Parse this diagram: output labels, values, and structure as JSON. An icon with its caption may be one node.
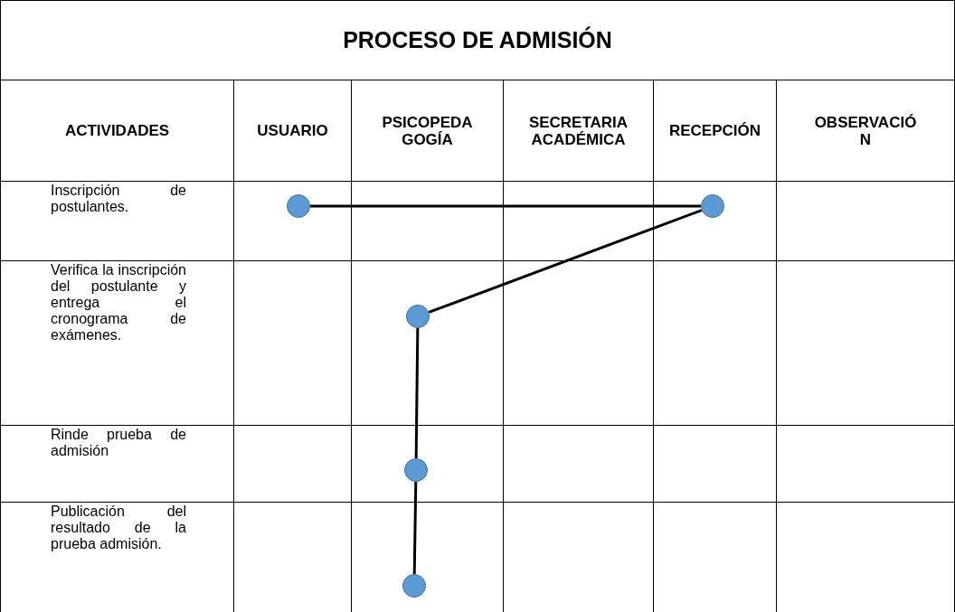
{
  "diagram": {
    "title": "PROCESO DE ADMISIÓN",
    "nodes": [
      {
        "text": [],
        "shape": "circle"
      },
      {
        "text": [],
        "shape": "circle"
      },
      {
        "text": [],
        "shape": "circle"
      },
      {
        "text": [],
        "shape": "circle"
      },
      {
        "text": [],
        "shape": "circle"
      }
    ],
    "edges": [
      {
        "from": 0,
        "to": 1,
        "arrow": "none"
      },
      {
        "from": 1,
        "to": 2,
        "arrow": "none"
      },
      {
        "from": 2,
        "to": 3,
        "arrow": "none"
      },
      {
        "from": 3,
        "to": 4,
        "arrow": "none"
      }
    ],
    "labels": [
      "ACTIVIDADES",
      "USUARIO",
      "PSICOPEDAGOGÍA",
      "SECRETARIA ACADÉMICA",
      "RECEPCIÓN",
      "OBSERVACIÓN",
      "Inscripción de postulantes.",
      "Verifica la inscripción del postulante y entrega el cronograma de exámenes.",
      "Rinde prueba de admisión",
      "Publicación del resultado de la prueba admisión."
    ]
  }
}
